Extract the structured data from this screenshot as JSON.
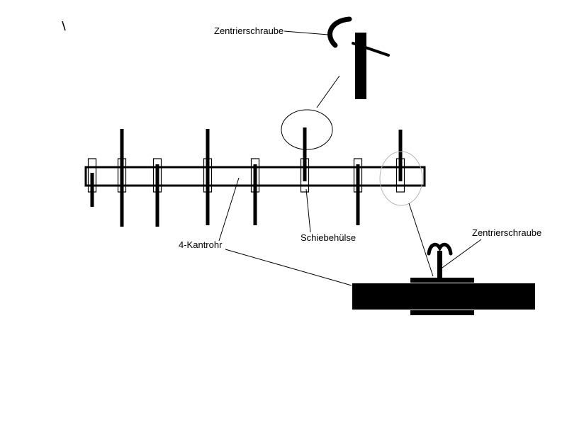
{
  "diagram": {
    "title_hint": "antenna boom assembly drawing",
    "labels": {
      "zentrierschraube_top": "Zentrierschraube",
      "kantrohr": "4-Kantrohr",
      "schiebehuelse": "Schiebehülse",
      "zentrierschraube_right": "Zentrierschraube"
    },
    "colors": {
      "ink": "#000000",
      "background": "#ffffff",
      "highlight_circle": "#b5b5b5"
    }
  }
}
